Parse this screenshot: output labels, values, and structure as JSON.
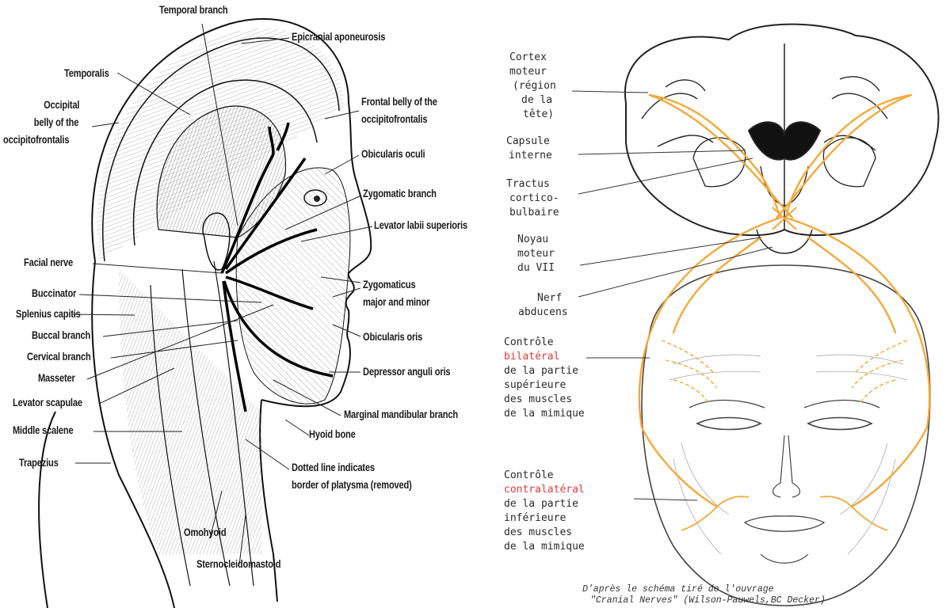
{
  "left": {
    "labels": {
      "temporal_branch": "Temporal branch",
      "epicranial_aponeurosis": "Epicranial aponeurosis",
      "temporalis": "Temporalis",
      "occipital_belly": [
        "Occipital",
        "belly of the",
        "occipitofrontalis"
      ],
      "frontal_belly": [
        "Frontal belly of the",
        "occipitofrontalis"
      ],
      "obicularis_oculi": "Obicularis oculi",
      "zygomatic_branch": "Zygomatic branch",
      "levator_labii": "Levator labii superioris",
      "facial_nerve": "Facial nerve",
      "zygomaticus": [
        "Zygomaticus",
        "major and minor"
      ],
      "buccinator": "Buccinator",
      "splenius_capitis": "Splenius capitis",
      "buccal_branch": "Buccal branch",
      "obicularis_oris": "Obicularis oris",
      "cervical_branch": "Cervical branch",
      "depressor_anguli": "Depressor anguli oris",
      "masseter": "Masseter",
      "levator_scapulae": "Levator scapulae",
      "marginal_mandibular": "Marginal mandibular branch",
      "middle_scalene": "Middle scalene",
      "hyoid_bone": "Hyoid bone",
      "trapezius": "Trapezius",
      "dotted_line": [
        "Dotted line indicates",
        "border of platysma (removed)"
      ],
      "omohyoid": "Omohyoid",
      "sternocleidomastoid": "Sternocleidomastoid"
    }
  },
  "right": {
    "labels": {
      "cortex": [
        "Cortex",
        "moteur",
        "(région",
        "de la",
        "tête)"
      ],
      "capsule": [
        "Capsule",
        "interne"
      ],
      "tractus": [
        "Tractus",
        "cortico-",
        "bulbaire"
      ],
      "noyau": [
        "Noyau",
        "moteur",
        "du VII"
      ],
      "nerf": [
        "Nerf",
        "abducens"
      ],
      "controle_bilateral": {
        "line1": "Contrôle",
        "highlight": "bilatéral",
        "rest": [
          "de la partie",
          "supérieure",
          "des muscles",
          "de la mimique"
        ]
      },
      "controle_contralateral": {
        "line1": "Contrôle",
        "highlight": "contralatéral",
        "rest": [
          "de la partie",
          "inférieure",
          "des muscles",
          "de la mimique"
        ]
      }
    },
    "credit": [
      "D'après le schéma tiré de l'ouvrage",
      "\"Cranial Nerves\" (Wilson-Pauwels,BC Decker)"
    ],
    "colors": {
      "pathway": "#f2a93b",
      "highlight": "#e0393e"
    }
  }
}
